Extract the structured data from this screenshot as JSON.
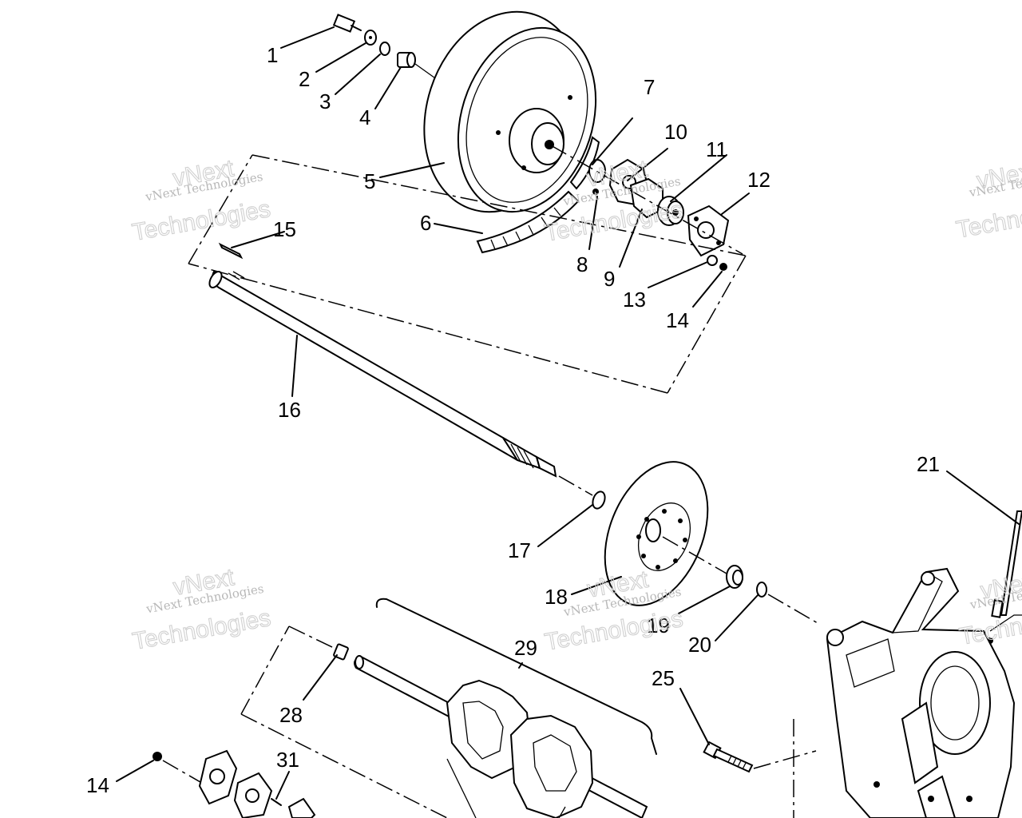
{
  "callouts": [
    "1",
    "2",
    "3",
    "4",
    "5",
    "6",
    "7",
    "8",
    "9",
    "10",
    "11",
    "12",
    "13",
    "14",
    "15",
    "16",
    "17",
    "18",
    "19",
    "20",
    "21",
    "25",
    "28",
    "29",
    "31",
    "14"
  ],
  "watermark": {
    "line1": "vNext Technologies",
    "line2": "vNext",
    "line3": "Technologies"
  }
}
